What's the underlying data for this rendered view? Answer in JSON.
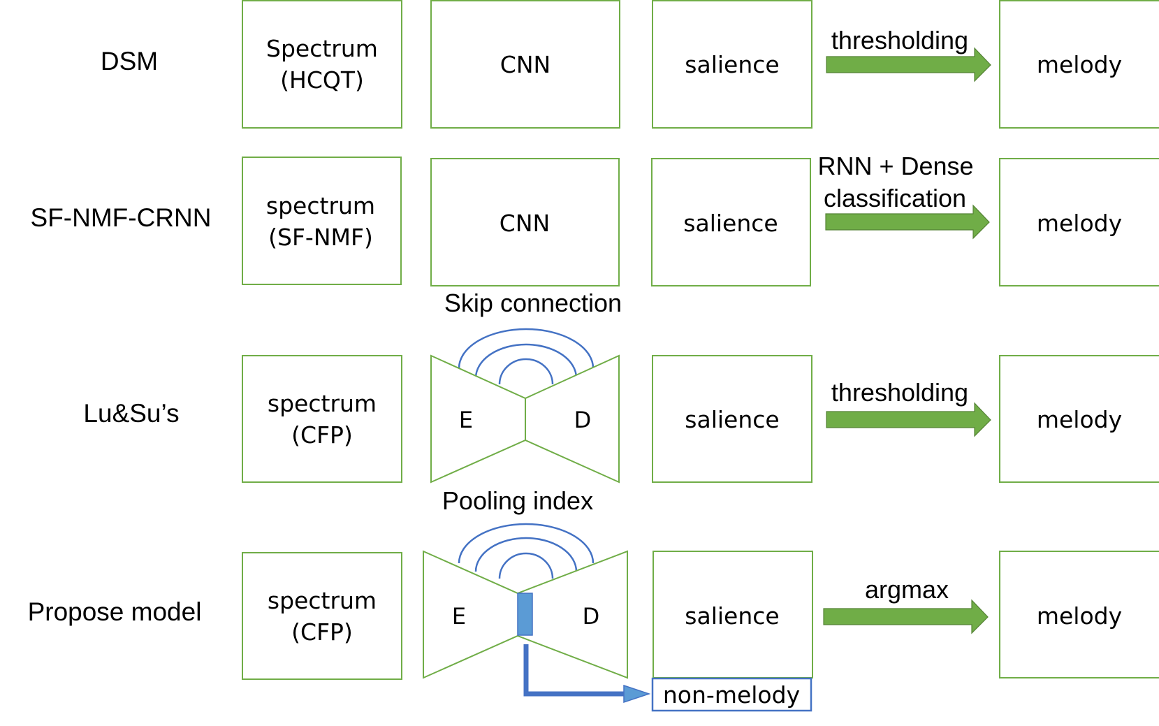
{
  "rows": [
    {
      "label": "DSM",
      "input_line1": "Spectrum",
      "input_line2": "(HCQT)",
      "model": "CNN",
      "salience": "salience",
      "arrow_line1": "thresholding",
      "output": "melody"
    },
    {
      "label": "SF-NMF-CRNN",
      "input_line1": "spectrum",
      "input_line2": "(SF-NMF)",
      "model": "CNN",
      "salience": "salience",
      "arrow_line1": "RNN + Dense",
      "arrow_line2": "classification",
      "output": "melody"
    },
    {
      "label": "Lu&Su’s",
      "input_line1": "spectrum",
      "input_line2": "(CFP)",
      "encoder": "E",
      "decoder": "D",
      "connection_label": "Skip connection",
      "salience": "salience",
      "arrow_line1": "thresholding",
      "output": "melody"
    },
    {
      "label": "Propose model",
      "input_line1": "spectrum",
      "input_line2": "(CFP)",
      "encoder": "E",
      "decoder": "D",
      "connection_label": "Pooling index",
      "salience": "salience",
      "non_melody": "non-melody",
      "arrow_line1": "argmax",
      "output": "melody"
    }
  ],
  "colors": {
    "green_border": "#70ad47",
    "green_arrow": "#70ad47",
    "blue": "#4472c4",
    "blue_fill": "#5b9bd5"
  }
}
